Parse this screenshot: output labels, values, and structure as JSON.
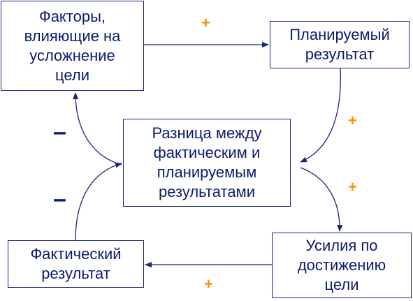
{
  "nodes": {
    "factors": [
      "Факторы,",
      "влияющие на",
      "усложнение",
      "цели"
    ],
    "planned": [
      "Планируемый",
      "результат"
    ],
    "difference": [
      "Разница между",
      "фактическим и",
      "планируемым",
      "результатами"
    ],
    "actual": [
      "Фактический",
      "результат"
    ],
    "effort": [
      "Усилия по",
      "достижению",
      "цели"
    ]
  },
  "links": {
    "factors_to_planned": "+",
    "planned_to_difference": "+",
    "difference_to_effort": "+",
    "effort_to_actual": "+",
    "difference_to_factors": "–",
    "actual_to_difference": "–"
  },
  "colors": {
    "box_border": "#1a237e",
    "text": "#0d1b6e",
    "arrow": "#1a237e",
    "positive": "#ff8c00",
    "negative": "#0d1b8a"
  }
}
